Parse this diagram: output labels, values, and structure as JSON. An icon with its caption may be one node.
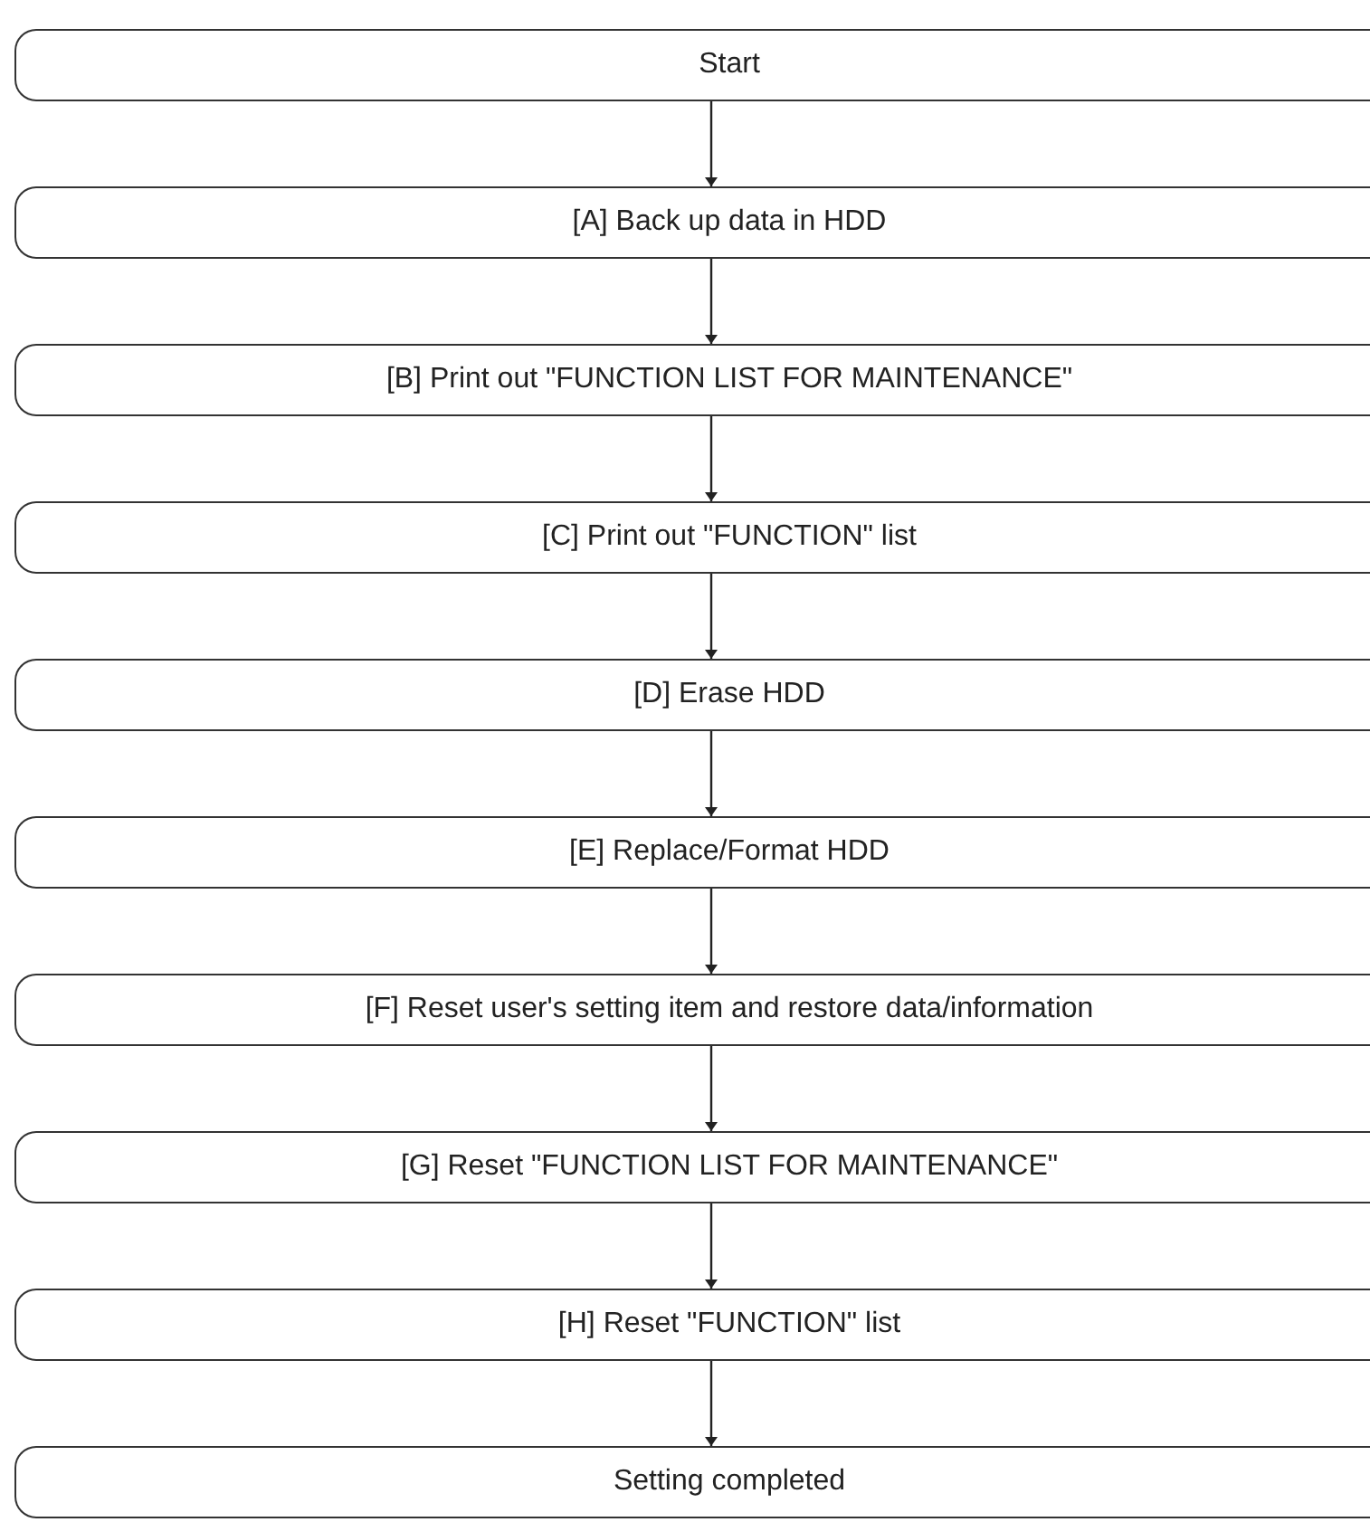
{
  "diagram": {
    "nodes": [
      {
        "text": [
          "Start"
        ]
      },
      {
        "text": [
          "[A] Back up data in HDD"
        ]
      },
      {
        "text": [
          "[B] Print out \"FUNCTION LIST FOR MAINTENANCE\""
        ]
      },
      {
        "text": [
          "[C] Print out \"FUNCTION\" list"
        ]
      },
      {
        "text": [
          "[D] Erase HDD"
        ]
      },
      {
        "text": [
          "[E] Replace/Format HDD"
        ]
      },
      {
        "text": [
          "[F] Reset user's setting item and restore data/information"
        ]
      },
      {
        "text": [
          "[G] Reset \"FUNCTION LIST FOR MAINTENANCE\""
        ]
      },
      {
        "text": [
          "[H] Reset \"FUNCTION\" list"
        ]
      },
      {
        "text": [
          "Setting completed"
        ]
      }
    ],
    "edges": [
      {
        "from": 0,
        "to": 1,
        "arrow": "to"
      },
      {
        "from": 1,
        "to": 2,
        "arrow": "to"
      },
      {
        "from": 2,
        "to": 3,
        "arrow": "to"
      },
      {
        "from": 3,
        "to": 4,
        "arrow": "to"
      },
      {
        "from": 4,
        "to": 5,
        "arrow": "to"
      },
      {
        "from": 5,
        "to": 6,
        "arrow": "to"
      },
      {
        "from": 6,
        "to": 7,
        "arrow": "to"
      },
      {
        "from": 7,
        "to": 8,
        "arrow": "to"
      },
      {
        "from": 8,
        "to": 9,
        "arrow": "to"
      }
    ]
  }
}
